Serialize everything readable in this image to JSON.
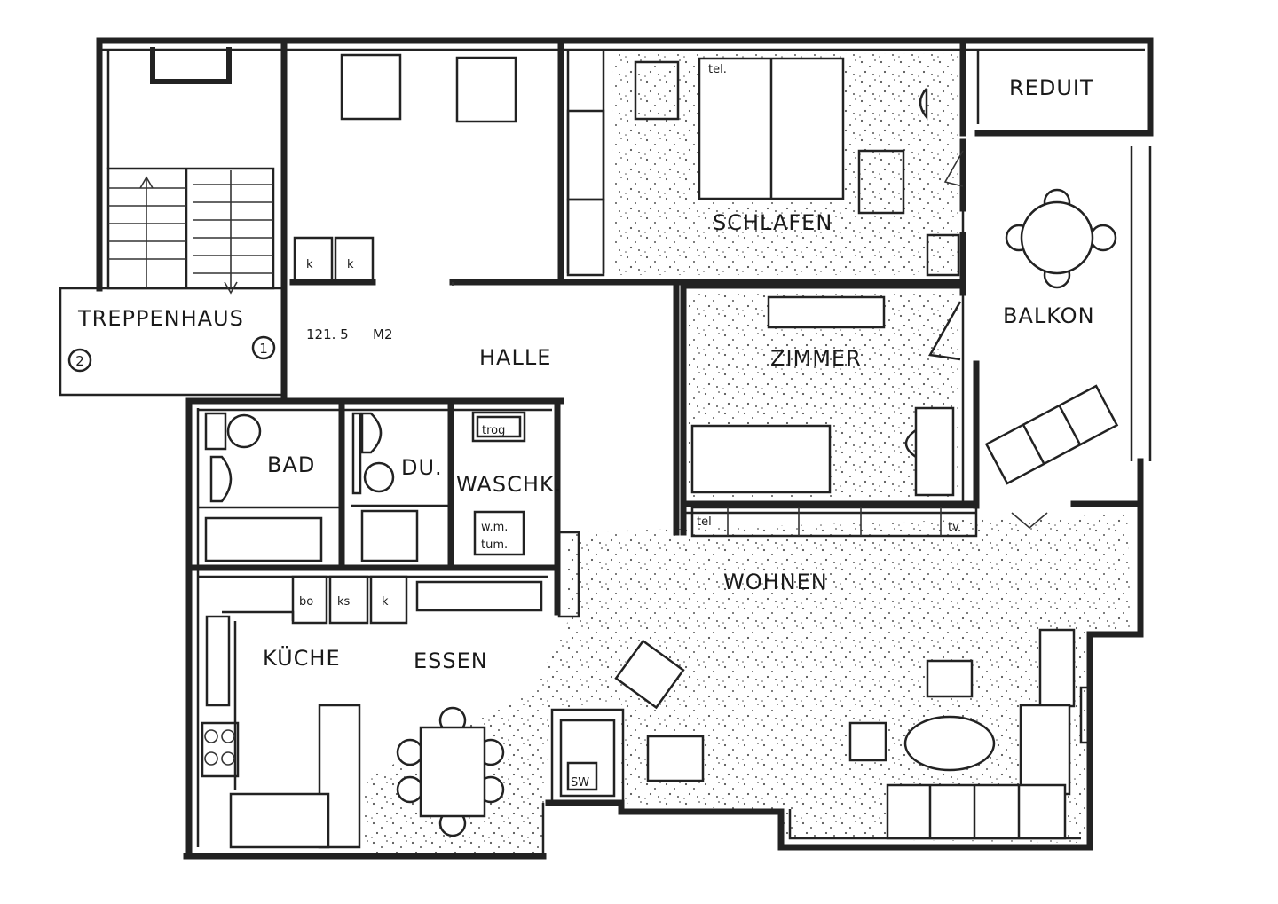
{
  "floorplan": {
    "rooms": {
      "treppenhaus": "TREPPENHAUS",
      "halle": "HALLE",
      "schlafen": "SCHLAFEN",
      "reduit": "REDUIT",
      "balkon": "BALKON",
      "zimmer": "ZIMMER",
      "bad": "BAD",
      "du": "DU.",
      "waschk": "WASCHK.",
      "wohnen": "WOHNEN",
      "kueche": "KÜCHE",
      "essen": "ESSEN"
    },
    "area": "121. 5",
    "area_unit": "M2",
    "stair_markers": [
      "1",
      "2"
    ],
    "fixture_labels": {
      "tel_schlafen": "tel.",
      "tel_wohnen": "tel",
      "closet_left": "k",
      "closet_right": "k",
      "trog": "trog",
      "wm_top": "w.m.",
      "wm_bottom": "tum.",
      "bo": "bo",
      "ks": "ks",
      "k_kitchen": "k",
      "tv": "tv",
      "sw": "SW"
    }
  }
}
